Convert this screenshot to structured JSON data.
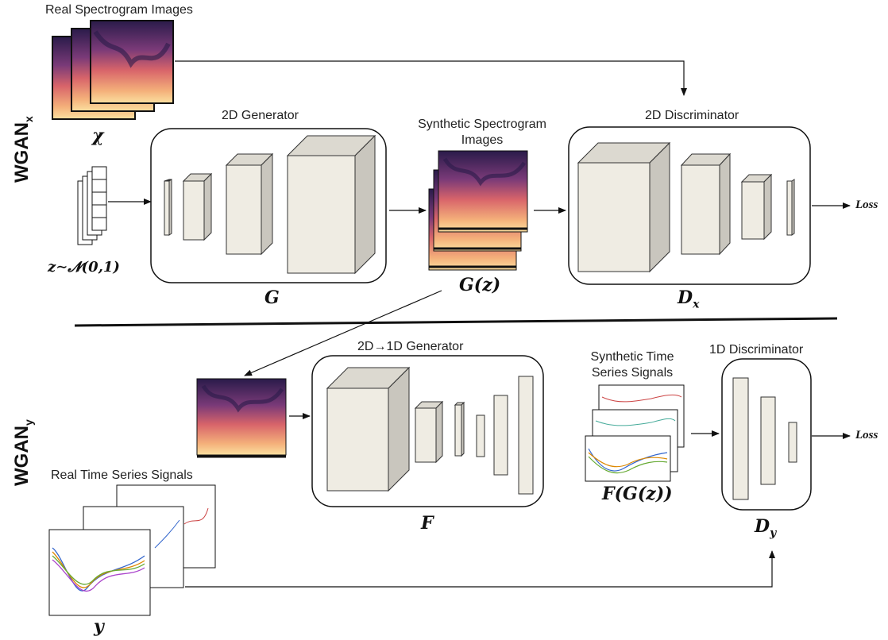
{
  "sections": {
    "top_tag": "WGAN",
    "top_tag_sub": "x",
    "bottom_tag": "WGAN",
    "bottom_tag_sub": "y"
  },
  "top": {
    "real_images_label": "Real Spectrogram Images",
    "real_images_symbol": "χ",
    "noise_symbol": "z∼𝓝(0,1)",
    "generator_title": "2D Generator",
    "generator_symbol": "G",
    "synthetic_label_line1": "Synthetic Spectrogram",
    "synthetic_label_line2": "Images",
    "synthetic_symbol": "G(z)",
    "discriminator_title": "2D Discriminator",
    "discriminator_symbol": "D",
    "discriminator_symbol_sub": "x",
    "loss_label": "Loss"
  },
  "bottom": {
    "generator_title": "2D→1D Generator",
    "generator_symbol": "F",
    "synthetic_label_line1": "Synthetic Time",
    "synthetic_label_line2": "Series Signals",
    "synthetic_symbol": "F(G(z))",
    "discriminator_title": "1D Discriminator",
    "discriminator_symbol": "D",
    "discriminator_symbol_sub": "y",
    "real_signals_label": "Real Time Series Signals",
    "real_signals_symbol": "y",
    "loss_label": "Loss"
  },
  "colors": {
    "spectro_top": "#2a1b4a",
    "spectro_mid": "#b04a7a",
    "spectro_bottom": "#f7d08a",
    "block_fill": "#efece3",
    "block_side": "#c9c6be"
  }
}
